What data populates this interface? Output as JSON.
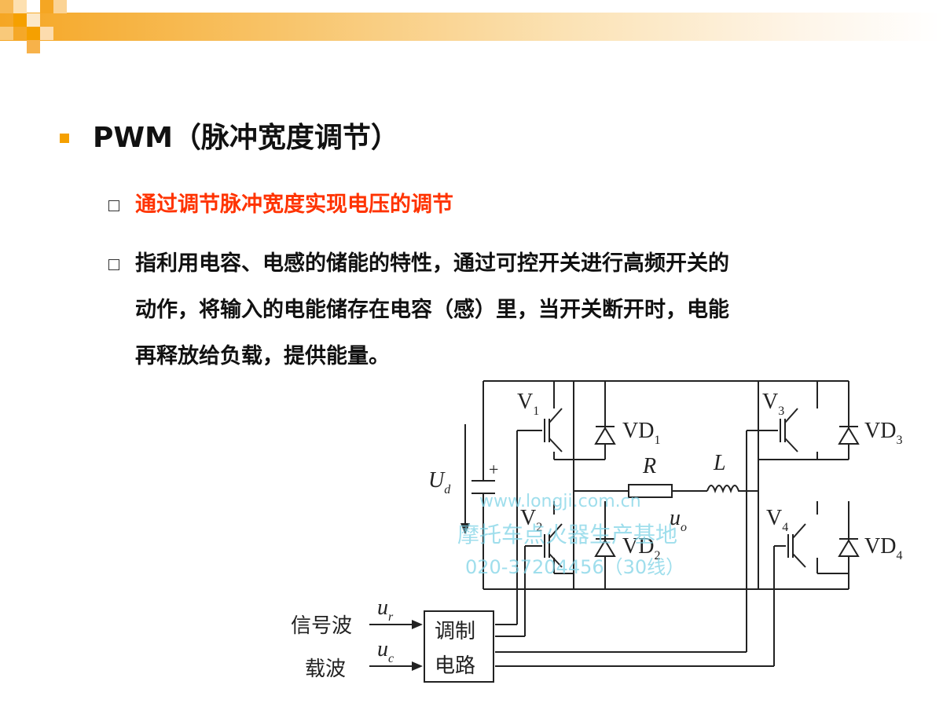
{
  "slide": {
    "title": "PWM（脉冲宽度调节）",
    "bullets": [
      "通过调节脉冲宽度实现电压的调节",
      "指利用电容、电感的储能的特性，通过可控开关进行高频开关的动作，将输入的电能储存在电容（感）里，当开关断开时，电能再释放给负载，提供能量。"
    ],
    "bullet_lines": [
      "指利用电容、电感的储能的特性，通过可控开关进行高频开关的",
      "动作，将输入的电能储存在电容（感）里，当开关断开时，电能",
      "再释放给负载，提供能量。"
    ]
  },
  "colors": {
    "accent": "#f5a000",
    "highlight_text": "#ff3300",
    "text": "#111111"
  },
  "diagram": {
    "labels": {
      "v1": "V",
      "v1_sub": "1",
      "vd1": "VD",
      "vd1_sub": "1",
      "v2": "V",
      "v2_sub": "2",
      "vd2": "VD",
      "vd2_sub": "2",
      "v3": "V",
      "v3_sub": "3",
      "vd3": "VD",
      "vd3_sub": "3",
      "v4": "V",
      "v4_sub": "4",
      "vd4": "VD",
      "vd4_sub": "4",
      "ud": "U",
      "ud_sub": "d",
      "plus": "+",
      "r": "R",
      "l": "L",
      "uo": "u",
      "uo_sub": "o",
      "ur": "u",
      "ur_sub": "r",
      "uc": "u",
      "uc_sub": "c",
      "signal_wave": "信号波",
      "carrier_wave": "载波",
      "modulator_line1": "调制",
      "modulator_line2": "电路"
    },
    "watermark": {
      "line1": "www.longji.com.cn",
      "line2": "摩托车点火器生产基地",
      "line3": "020-37204456（30线）"
    }
  }
}
